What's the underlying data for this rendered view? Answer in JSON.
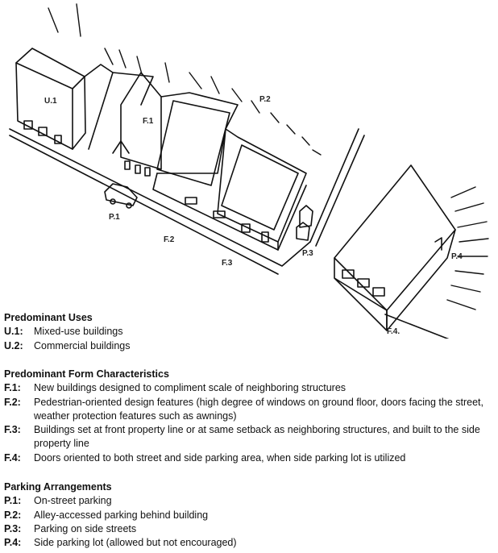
{
  "diagram_labels": {
    "u1": "U.1",
    "f1": "F.1",
    "p2": "P.2",
    "p1": "P.1",
    "f2": "F.2",
    "f3": "F.3",
    "p3": "P.3",
    "p4": "P.4",
    "f4": "F.4."
  },
  "uses": {
    "heading": "Predominant Uses",
    "items": [
      {
        "key": "U.1:",
        "text": "Mixed-use buildings"
      },
      {
        "key": "U.2:",
        "text": "Commercial buildings"
      }
    ]
  },
  "form": {
    "heading": "Predominant Form Characteristics",
    "items": [
      {
        "key": "F.1:",
        "text": "New buildings designed to compliment scale of neighboring structures"
      },
      {
        "key": "F.2:",
        "text": "Pedestrian-oriented design features (high degree of windows on ground floor, doors facing the street, weather protection features such as awnings)"
      },
      {
        "key": "F.3:",
        "text": "Buildings set at front property line or at same setback as neighboring structures, and built to the side property line"
      },
      {
        "key": "F.4:",
        "text": "Doors oriented to both street and side parking area, when side parking lot is utilized"
      }
    ]
  },
  "parking": {
    "heading": "Parking Arrangements",
    "items": [
      {
        "key": "P.1:",
        "text": "On-street parking"
      },
      {
        "key": "P.2:",
        "text": "Alley-accessed parking behind building"
      },
      {
        "key": "P.3:",
        "text": "Parking on side streets"
      },
      {
        "key": "P.4:",
        "text": "Side parking lot (allowed but not encouraged)"
      }
    ]
  }
}
